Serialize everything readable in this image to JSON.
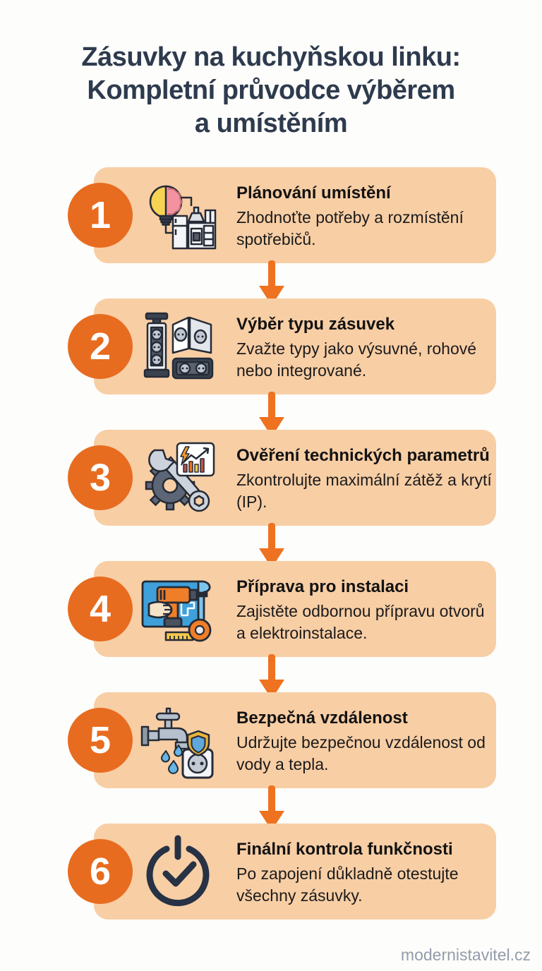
{
  "page": {
    "background": "#FDFDFB",
    "accent_orange": "#E86C1F",
    "card_background": "#F8CEA5",
    "title_color": "#2E3B4E",
    "footer_text": "modernistavitel.cz"
  },
  "header": {
    "title_lines": [
      "Zásuvky na kuchyňskou linku:",
      "Kompletní průvodce výběrem",
      "a umístěním"
    ]
  },
  "steps": [
    {
      "number": "1",
      "icon": "idea-kitchen-icon",
      "title": "Plánování umístění",
      "description": "Zhodnoťte potřeby a rozmístění spotřebičů."
    },
    {
      "number": "2",
      "icon": "socket-types-icon",
      "title": "Výběr typu zásuvek",
      "description": "Zvažte typy jako výsuvné, rohové nebo integrované."
    },
    {
      "number": "3",
      "icon": "gear-wrench-chart-icon",
      "title": "Ověření technických parametrů",
      "description": "Zkontrolujte maximální zátěž a krytí (IP)."
    },
    {
      "number": "4",
      "icon": "drill-blueprint-icon",
      "title": "Příprava pro instalaci",
      "description": "Zajistěte odbornou přípravu otvorů a elektroinstalace."
    },
    {
      "number": "5",
      "icon": "faucet-shield-socket-icon",
      "title": "Bezpečná vzdálenost",
      "description": "Udržujte bezpečnou vzdálenost od vody a tepla."
    },
    {
      "number": "6",
      "icon": "power-check-icon",
      "title": "Finální kontrola funkčnosti",
      "description": "Po zapojení důkladně otestujte všechny zásuvky."
    }
  ]
}
